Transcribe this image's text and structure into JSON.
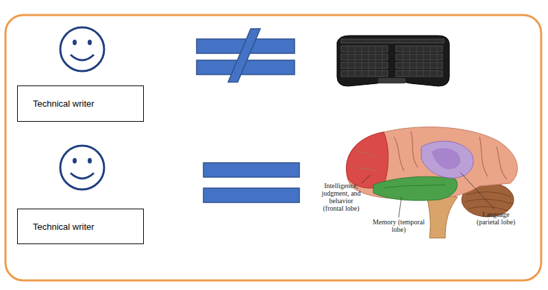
{
  "diagram": {
    "nodes": [
      {
        "text": [
          "Technical writer"
        ]
      },
      {
        "text": [
          "Technical writer"
        ]
      }
    ],
    "labels": [
      "Intelligence, judgment, and behavior (frontal lobe)",
      "Memory (temporal lobe)",
      "Language (parietal lobe)"
    ]
  }
}
